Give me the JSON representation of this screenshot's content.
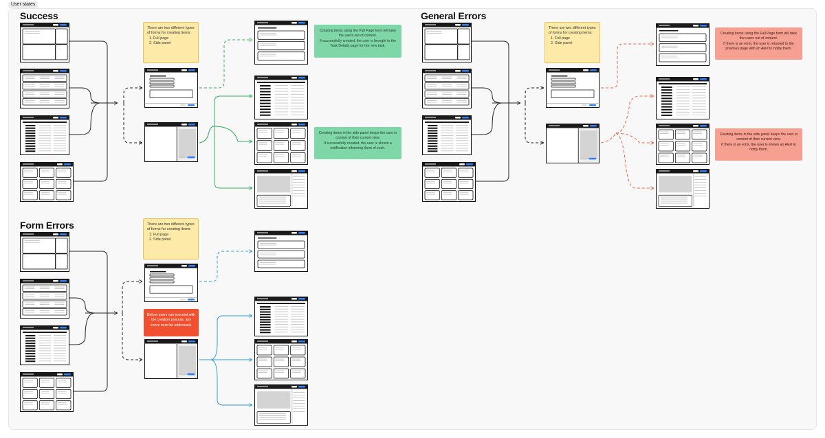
{
  "page_tag": "User states",
  "sections": {
    "success": {
      "title": "Success",
      "intro": {
        "text": "There are two different types of forms for creating items:",
        "items": [
          "Full page",
          "Side panel"
        ]
      },
      "note_full_page": {
        "line1": "Creating items using the Full Page form will take the users out of context.",
        "line2": "If successfully created, the user is brought to the Task Details page for the new task."
      },
      "note_side_panel": {
        "line1": "Creating items in the side panel keeps the user in context of their current view.",
        "line2": "If successfully created, the user is shown a notification informing them of such."
      }
    },
    "general_errors": {
      "title": "General Errors",
      "intro": {
        "text": "There are two different types of forms for creating items:",
        "items": [
          "Full page",
          "Side panel"
        ]
      },
      "note_full_page": {
        "line1": "Creating items using the Full Page form will take the users out of content.",
        "line2": "If there is an error, the user is returned to the previous page with an Alert to notify them."
      },
      "note_side_panel": {
        "line1": "Creating items in the side panel keeps the user in context of their current view.",
        "line2": "If there is an error, the user is shown an Alert to notify them."
      }
    },
    "form_errors": {
      "title": "Form Errors",
      "intro": {
        "text": "There are two different types of forms for creating items:",
        "items": [
          "Full page",
          "Side panel"
        ]
      },
      "note_errors": {
        "text": "Before users can proceed with the creation process, any errors must be addressed."
      }
    }
  },
  "colors": {
    "success_line": "#2fae5e",
    "general_error_line": "#e8643f",
    "form_error_line": "#2e9bd6",
    "neutral_line": "#222222",
    "wireframe_header": "#1a1a1a",
    "wireframe_accent": "#2d7ff9"
  }
}
